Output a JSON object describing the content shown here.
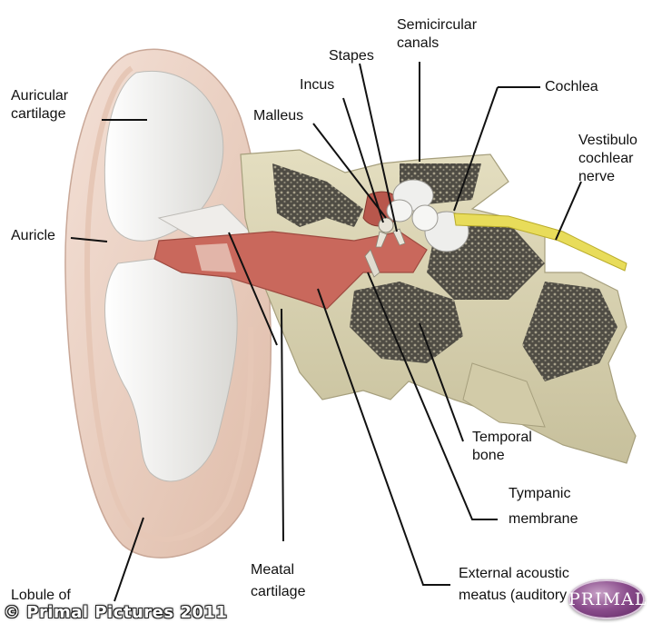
{
  "labels": {
    "semicircular_canals": "Semicircular canals",
    "stapes": "Stapes",
    "incus": "Incus",
    "cochlea": "Cochlea",
    "malleus": "Malleus",
    "auricular_cartilage": "Auricular cartilage",
    "vestibulocochlear_nerve": "Vestibulo cochlear nerve",
    "auricle": "Auricle",
    "temporal_bone": "Temporal bone",
    "tympanic_membrane": "Tympanic membrane",
    "external_acoustic_meatus": "External acoustic meatus (auditory canal)",
    "meatal_cartilage": "Meatal cartilage",
    "lobule_of_auricle": "Lobule of auricle"
  },
  "copyright": "© Primal Pictures 2011",
  "logo_text": "PRIMAL",
  "colors": {
    "auricle": "#ecd2c6",
    "cartilage": "#f4f2ef",
    "canal": "#c9685c",
    "bone": "#d9d3b2",
    "spongy_bone": "#5e5b50",
    "nerve": "#e8dc5a"
  }
}
